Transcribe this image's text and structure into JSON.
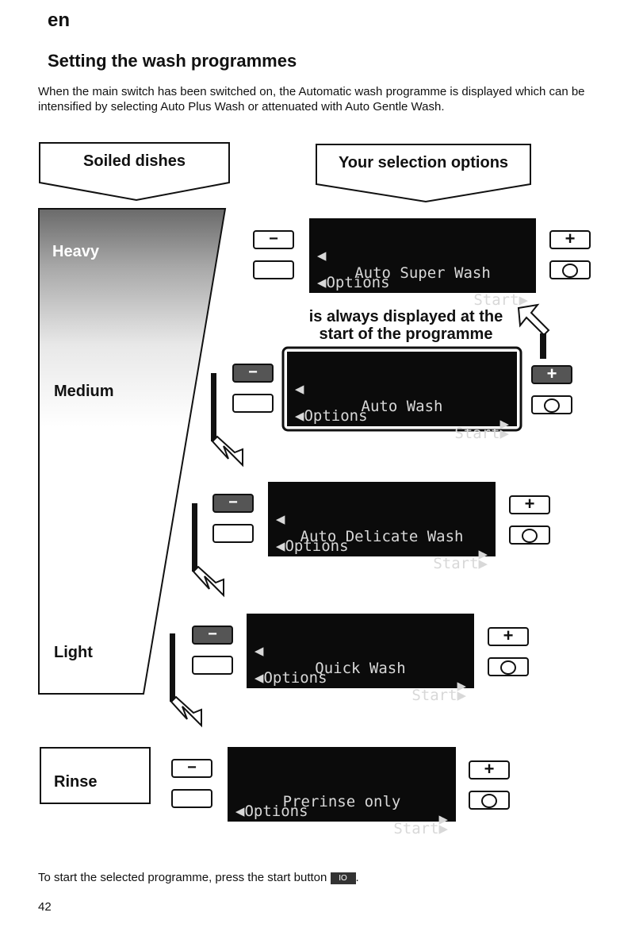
{
  "header": {
    "lang": "en",
    "title": "Setting the wash programmes",
    "intro": "When the main switch has been switched on, the Automatic wash programme is displayed which can be intensified by selecting Auto Plus Wash or attenuated with Auto Gentle Wash."
  },
  "callouts": {
    "soiled": "Soiled dishes",
    "options": "Your selection options"
  },
  "levels": {
    "heavy": "Heavy",
    "medium": "Medium",
    "light": "Light",
    "rinse": "Rinse"
  },
  "note": {
    "line1": "is always displayed at the",
    "line2": "start of the programme"
  },
  "keys": {
    "minus": "−",
    "plus": "+"
  },
  "displays": [
    {
      "left": "◀",
      "name": "Auto Super Wash",
      "right": "",
      "options": "◀Options",
      "start": "Start▶"
    },
    {
      "left": "◀",
      "name": "Auto Wash",
      "right": "▶",
      "options": "◀Options",
      "start": "Start▶"
    },
    {
      "left": "◀",
      "name": "Auto Delicate Wash",
      "right": "▶",
      "options": "◀Options",
      "start": "Start▶"
    },
    {
      "left": "◀",
      "name": "Quick Wash",
      "right": "▶",
      "options": "◀Options",
      "start": "Start▶"
    },
    {
      "left": "",
      "name": "Prerinse only",
      "right": "▶",
      "options": "◀Options",
      "start": "Start▶"
    }
  ],
  "footer": {
    "text": "To start the selected programme, press the start button",
    "button": "IO",
    "after": ".",
    "page": "42"
  }
}
